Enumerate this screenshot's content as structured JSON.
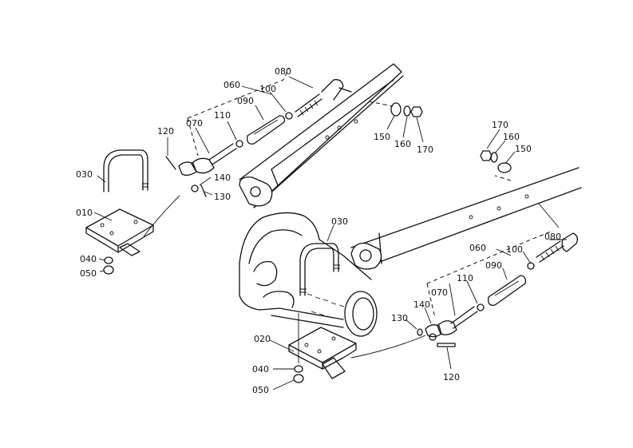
{
  "diagram": {
    "callouts": [
      {
        "id": "lbl-080-top",
        "text": "080"
      },
      {
        "id": "lbl-060-top",
        "text": "060"
      },
      {
        "id": "lbl-100-top",
        "text": "100"
      },
      {
        "id": "lbl-090-top",
        "text": "090"
      },
      {
        "id": "lbl-110-top",
        "text": "110"
      },
      {
        "id": "lbl-070-top",
        "text": "070"
      },
      {
        "id": "lbl-120-top",
        "text": "120"
      },
      {
        "id": "lbl-140-top",
        "text": "140"
      },
      {
        "id": "lbl-130-top",
        "text": "130"
      },
      {
        "id": "lbl-030-left",
        "text": "030"
      },
      {
        "id": "lbl-010",
        "text": "010"
      },
      {
        "id": "lbl-040-left",
        "text": "040"
      },
      {
        "id": "lbl-050-left",
        "text": "050"
      },
      {
        "id": "lbl-150-top",
        "text": "150"
      },
      {
        "id": "lbl-160-top",
        "text": "160"
      },
      {
        "id": "lbl-170-top",
        "text": "170"
      },
      {
        "id": "lbl-170-right",
        "text": "170"
      },
      {
        "id": "lbl-160-right",
        "text": "160"
      },
      {
        "id": "lbl-150-right",
        "text": "150"
      },
      {
        "id": "lbl-030-mid",
        "text": "030"
      },
      {
        "id": "lbl-080-right",
        "text": "080"
      },
      {
        "id": "lbl-060-right",
        "text": "060"
      },
      {
        "id": "lbl-100-right",
        "text": "100"
      },
      {
        "id": "lbl-090-right",
        "text": "090"
      },
      {
        "id": "lbl-070-right",
        "text": "070"
      },
      {
        "id": "lbl-110-right",
        "text": "110"
      },
      {
        "id": "lbl-140-right",
        "text": "140"
      },
      {
        "id": "lbl-130-right",
        "text": "130"
      },
      {
        "id": "lbl-120-right",
        "text": "120"
      },
      {
        "id": "lbl-020",
        "text": "020"
      },
      {
        "id": "lbl-040-mid",
        "text": "040"
      },
      {
        "id": "lbl-050-mid",
        "text": "050"
      }
    ]
  }
}
